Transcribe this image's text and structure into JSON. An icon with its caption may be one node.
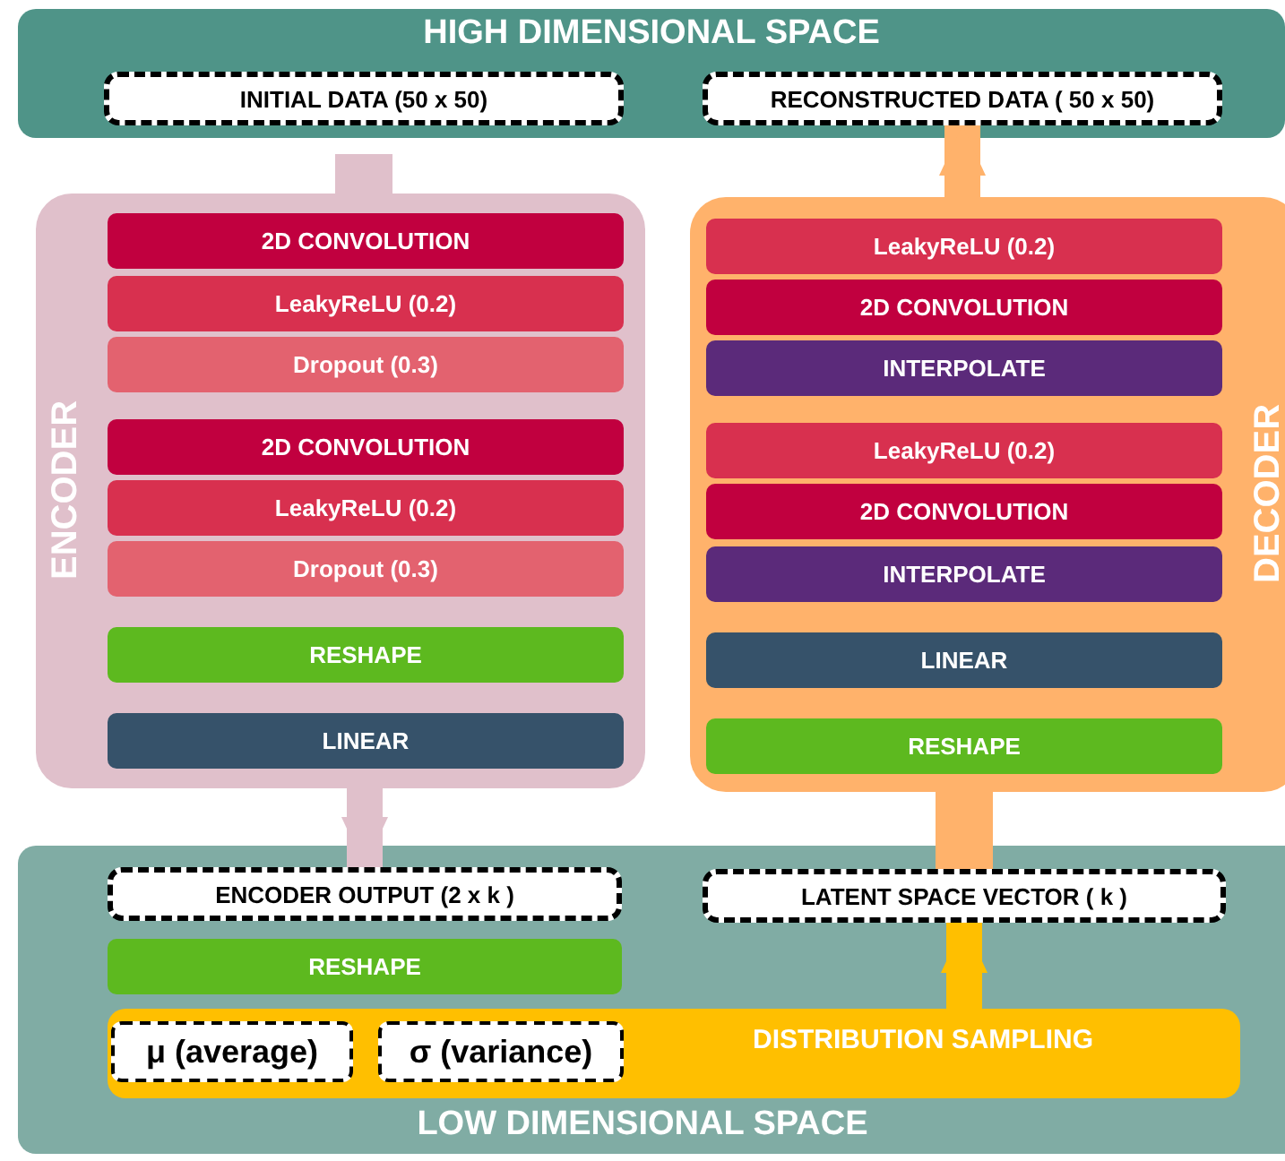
{
  "diagram": {
    "nodes": [
      {
        "text": [
          "HIGH DIMENSIONAL SPACE"
        ]
      },
      {
        "text": [
          "INITIAL DATA (50 x 50)"
        ],
        "in": 0
      },
      {
        "text": [
          "RECONSTRUCTED DATA ( 50 x 50)"
        ],
        "in": 0
      },
      {
        "text": [
          "ENCODER"
        ]
      },
      {
        "text": [
          "2D CONVOLUTION"
        ],
        "in": 3
      },
      {
        "text": [
          "LeakyReLU (0.2)"
        ],
        "in": 3
      },
      {
        "text": [
          "Dropout (0.3)"
        ],
        "in": 3
      },
      {
        "text": [
          "2D CONVOLUTION"
        ],
        "in": 3
      },
      {
        "text": [
          "LeakyReLU (0.2)"
        ],
        "in": 3
      },
      {
        "text": [
          "Dropout (0.3)"
        ],
        "in": 3
      },
      {
        "text": [
          "RESHAPE"
        ],
        "in": 3
      },
      {
        "text": [
          "LINEAR"
        ],
        "in": 3
      },
      {
        "text": [
          "DECODER"
        ]
      },
      {
        "text": [
          "LeakyReLU (0.2)"
        ],
        "in": 12
      },
      {
        "text": [
          "2D CONVOLUTION"
        ],
        "in": 12
      },
      {
        "text": [
          "INTERPOLATE"
        ],
        "in": 12
      },
      {
        "text": [
          "LeakyReLU (0.2)"
        ],
        "in": 12
      },
      {
        "text": [
          "2D CONVOLUTION"
        ],
        "in": 12
      },
      {
        "text": [
          "INTERPOLATE"
        ],
        "in": 12
      },
      {
        "text": [
          "LINEAR"
        ],
        "in": 12
      },
      {
        "text": [
          "RESHAPE"
        ],
        "in": 12
      },
      {
        "text": [
          "LOW DIMENSIONAL SPACE"
        ]
      },
      {
        "text": [
          "ENCODER OUTPUT (2 x k )"
        ],
        "in": 21
      },
      {
        "text": [
          "RESHAPE"
        ],
        "in": 21
      },
      {
        "text": [
          "DISTRIBUTION SAMPLING"
        ],
        "in": 21
      },
      {
        "text": [
          "μ (average)"
        ],
        "in": 24
      },
      {
        "text": [
          "σ (variance)"
        ],
        "in": 24
      },
      {
        "text": [
          "LATENT SPACE VECTOR ( k )"
        ],
        "in": 21
      }
    ],
    "edges": [
      {
        "from": 1,
        "to": 3,
        "arrow": "none",
        "color": "#e0c0cb"
      },
      {
        "from": 3,
        "to": 22,
        "arrow": "to",
        "color": "#e0c0cb"
      },
      {
        "from": 27,
        "to": 12,
        "arrow": "none",
        "color": "#ffb26b"
      },
      {
        "from": 12,
        "to": 2,
        "arrow": "to",
        "color": "#ffb26b"
      },
      {
        "from": 24,
        "to": 27,
        "arrow": "to",
        "color": "#ffbf00"
      }
    ]
  }
}
